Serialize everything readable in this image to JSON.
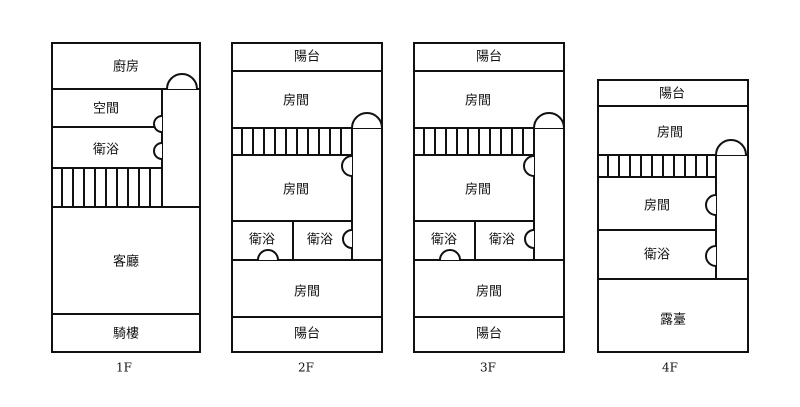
{
  "floors": [
    {
      "level": "1F",
      "rooms": {
        "kitchen": "廚房",
        "spare_room": "空間",
        "bathroom": "衛浴",
        "living_room": "客廳",
        "arcade": "騎樓"
      }
    },
    {
      "level": "2F",
      "rooms": {
        "balcony_top": "陽台",
        "bedroom_1": "房間",
        "bedroom_2": "房間",
        "bathroom_1": "衛浴",
        "bathroom_2": "衛浴",
        "bedroom_3": "房間",
        "balcony_bottom": "陽台"
      }
    },
    {
      "level": "3F",
      "rooms": {
        "balcony_top": "陽台",
        "bedroom_1": "房間",
        "bedroom_2": "房間",
        "bathroom_1": "衛浴",
        "bathroom_2": "衛浴",
        "bedroom_3": "房間",
        "balcony_bottom": "陽台"
      }
    },
    {
      "level": "4F",
      "rooms": {
        "balcony": "陽台",
        "bedroom_1": "房間",
        "bedroom_2": "房間",
        "bathroom": "衛浴",
        "terrace": "露臺"
      }
    }
  ]
}
